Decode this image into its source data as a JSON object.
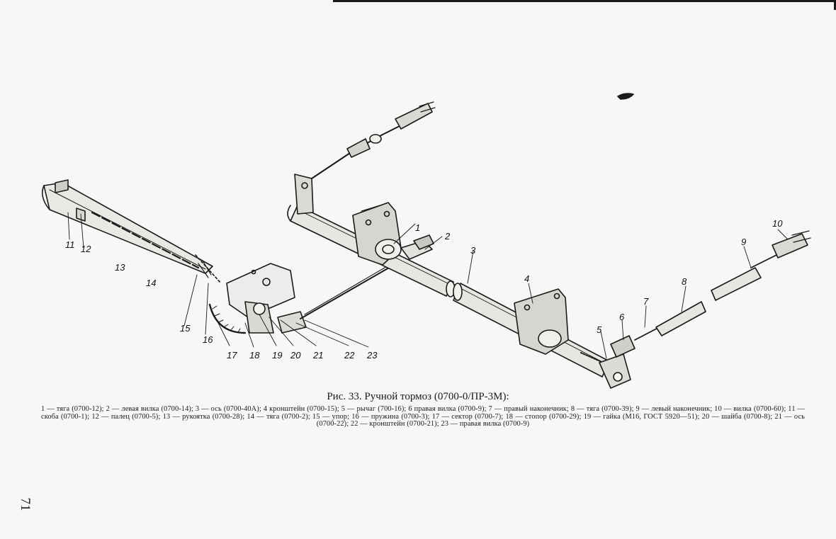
{
  "figure": {
    "labels": [
      "1",
      "2",
      "3",
      "4",
      "5",
      "6",
      "7",
      "8",
      "9",
      "10",
      "11",
      "12",
      "13",
      "14",
      "15",
      "16",
      "17",
      "18",
      "19",
      "20",
      "21",
      "22",
      "23"
    ]
  },
  "caption": {
    "title": "Рис. 33. Ручной тормоз (0700-0/ПР-3М):",
    "body": "1 — тяга (0700-12); 2 — левая вилка (0700-14); 3 — ось (0700-40А); 4 кронштейн (0700-15); 5 — рычаг (700-16); 6 правая вилка (0700-9); 7 — правый наконечник; 8 — тяга (0700-39); 9 — левый наконечник; 10 — вилка (0700-60); 11 — скоба (0700-1); 12 — палец (0700-5); 13 — рукоятка (0700-28); 14 — тяга (0700-2); 15 — упор; 16 — пружина (0700-3); 17 — сектор (0700-7); 18 — стопор (0700-29); 19 — гайка (М16, ГОСТ 5920—51); 20 — шайба (0700-8); 21 — ось (0700-22); 22 — кронштейн (0700-21); 23 — правая вилка (0700-9)"
  },
  "page_number": "71"
}
